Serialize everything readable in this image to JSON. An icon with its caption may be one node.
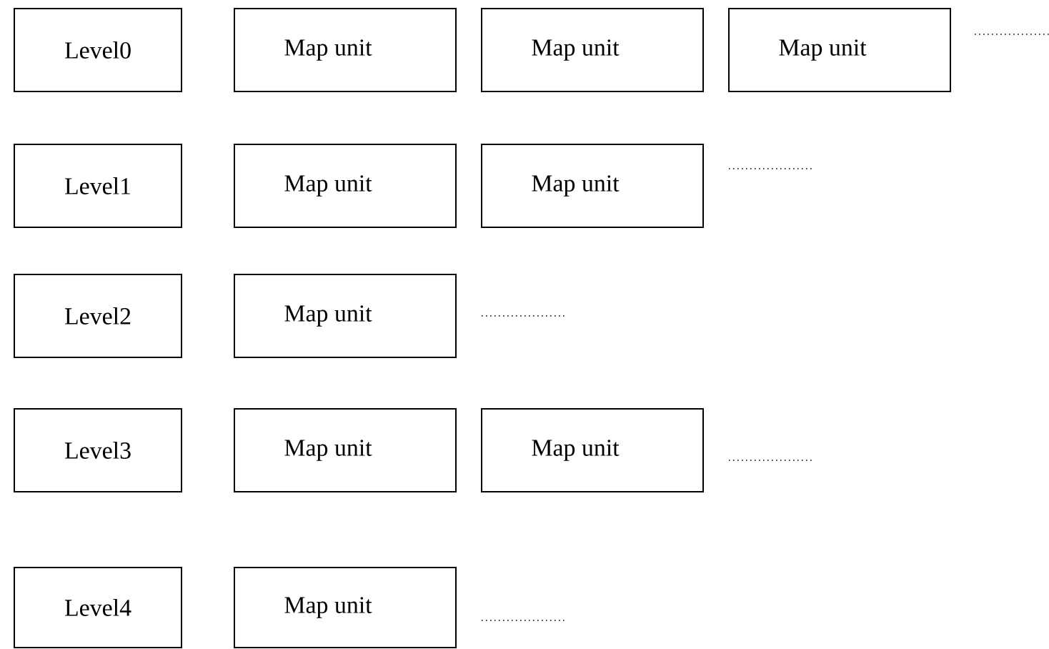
{
  "diagram": {
    "nodes": [
      {
        "text": [
          "Level0"
        ]
      },
      {
        "text": [
          "Map unit"
        ]
      },
      {
        "text": [
          "Map unit"
        ]
      },
      {
        "text": [
          "Map unit"
        ]
      },
      {
        "text": [
          "Level1"
        ]
      },
      {
        "text": [
          "Map unit"
        ]
      },
      {
        "text": [
          "Map unit"
        ]
      },
      {
        "text": [
          "Level2"
        ]
      },
      {
        "text": [
          "Map unit"
        ]
      },
      {
        "text": [
          "Level3"
        ]
      },
      {
        "text": [
          "Map unit"
        ]
      },
      {
        "text": [
          "Map unit"
        ]
      },
      {
        "text": [
          "Level4"
        ]
      },
      {
        "text": [
          "Map unit"
        ]
      }
    ]
  }
}
